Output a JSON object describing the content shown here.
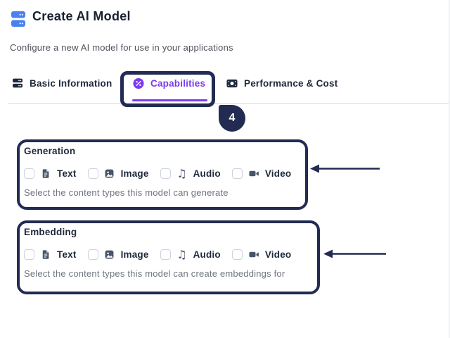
{
  "header": {
    "title": "Create AI Model",
    "subtitle": "Configure a new AI model for use in your applications"
  },
  "tabs": {
    "items": [
      {
        "label": "Basic Information",
        "icon": "server-icon",
        "active": false
      },
      {
        "label": "Capabilities",
        "icon": "percent-circle-icon",
        "active": true
      },
      {
        "label": "Performance & Cost",
        "icon": "banknote-icon",
        "active": false
      }
    ],
    "active_tab": "Capabilities"
  },
  "annotation": {
    "step_number": "4",
    "navy_color": "#222c52",
    "targets": [
      "Capabilities tab",
      "Generation box",
      "Embedding box"
    ]
  },
  "capabilities": {
    "sections": [
      {
        "title": "Generation",
        "helper": "Select the content types this model can generate",
        "options": [
          {
            "label": "Text",
            "icon": "file-text-icon",
            "checked": false
          },
          {
            "label": "Image",
            "icon": "image-icon",
            "checked": false
          },
          {
            "label": "Audio",
            "icon": "music-note-icon",
            "checked": false
          },
          {
            "label": "Video",
            "icon": "video-camera-icon",
            "checked": false
          }
        ]
      },
      {
        "title": "Embedding",
        "helper": "Select the content types this model can create embeddings for",
        "options": [
          {
            "label": "Text",
            "icon": "file-text-icon",
            "checked": false
          },
          {
            "label": "Image",
            "icon": "image-icon",
            "checked": false
          },
          {
            "label": "Audio",
            "icon": "music-note-icon",
            "checked": false
          },
          {
            "label": "Video",
            "icon": "video-camera-icon",
            "checked": false
          }
        ]
      }
    ]
  },
  "icons": {
    "header": "server-stack-icon",
    "audio_glyph": "♫"
  },
  "colors": {
    "brand_blue": "#4a80f0",
    "active_purple": "#7c3aed",
    "annotation_navy": "#222c52",
    "text_dark": "#1e293b",
    "text_gray": "#6e7480",
    "divider": "#e9ebee",
    "checkbox_border": "#ccd3dd"
  }
}
